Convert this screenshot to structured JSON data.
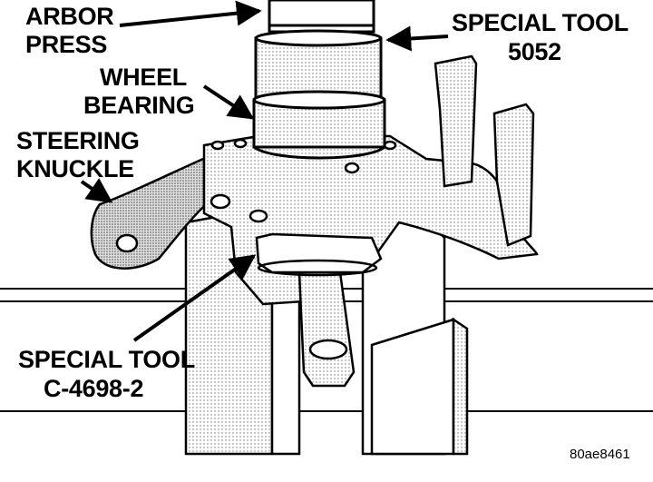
{
  "labels": {
    "arbor_press": [
      "ARBOR",
      "PRESS"
    ],
    "special_tool_top": [
      "SPECIAL TOOL",
      "5052"
    ],
    "wheel_bearing": [
      "WHEEL",
      "BEARING"
    ],
    "steering_knuckle": [
      "STEERING",
      "KNUCKLE"
    ],
    "special_tool_bottom": [
      "SPECIAL TOOL",
      "C-4698-2"
    ]
  },
  "figure_code": "80ae8461"
}
